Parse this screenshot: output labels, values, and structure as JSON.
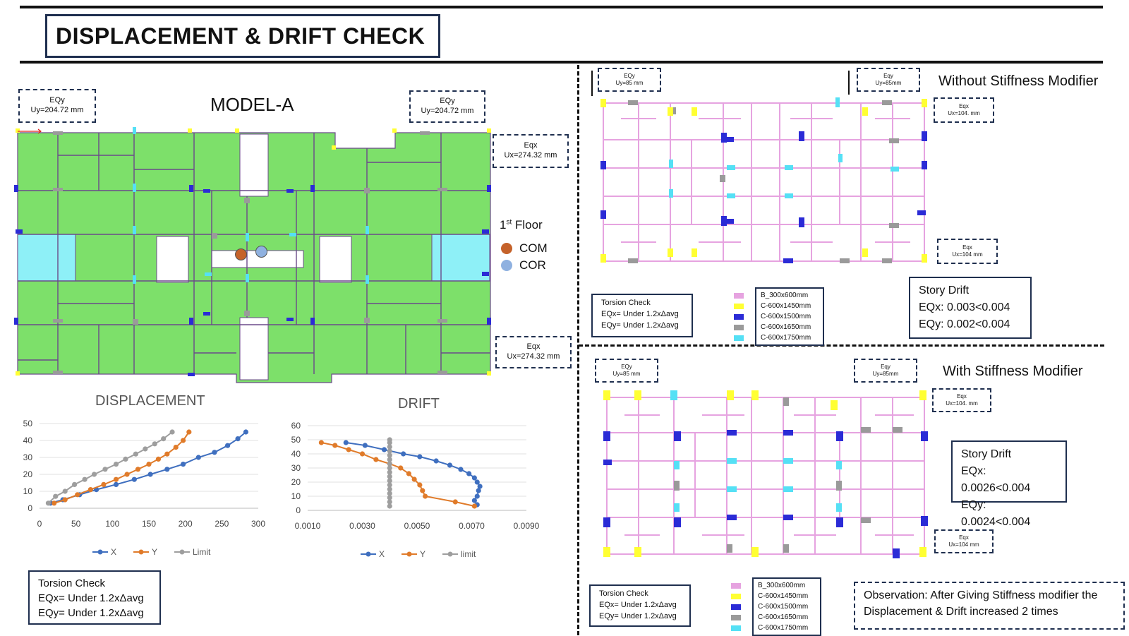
{
  "title": "DISPLACEMENT & DRIFT CHECK",
  "model": {
    "name": "MODEL-A",
    "floor_label": "1st Floor",
    "floor_sup": "st",
    "floor_num": "1",
    "floor_word": "Floor",
    "legend": [
      {
        "label": "COM",
        "color": "#c5622a"
      },
      {
        "label": "COR",
        "color": "#8fb1e0"
      }
    ],
    "eq_boxes": {
      "top_left": {
        "l1": "EQy",
        "l2": "Uy=204.72 mm"
      },
      "top_right": {
        "l1": "EQy",
        "l2": "Uy=204.72 mm"
      },
      "right_top": {
        "l1": "Eqx",
        "l2": "Ux=274.32 mm"
      },
      "right_bottom": {
        "l1": "Eqx",
        "l2": "Ux=274.32 mm"
      }
    },
    "torsion": {
      "title": "Torsion Check",
      "x": "EQx= Under 1.2xΔavg",
      "y": "EQy= Under 1.2xΔavg"
    }
  },
  "without": {
    "heading": "Without Stiffness Modifier",
    "eq_boxes": {
      "top_left": {
        "l1": "EQy",
        "l2": "Uy=85 mm"
      },
      "top_right": {
        "l1": "Eqy",
        "l2": "Uy=85mm"
      },
      "right_top": {
        "l1": "Eqx",
        "l2": "Ux=104. mm"
      },
      "right_bottom": {
        "l1": "Eqx",
        "l2": "Ux=104 mm"
      }
    },
    "torsion": {
      "title": "Torsion Check",
      "x": "EQx= Under 1.2xΔavg",
      "y": "EQy= Under 1.2xΔavg"
    },
    "drift": {
      "title": "Story Drift",
      "x": "EQx: 0.003<0.004",
      "y": "EQy: 0.002<0.004"
    }
  },
  "with": {
    "heading": "With Stiffness Modifier",
    "eq_boxes": {
      "top_left": {
        "l1": "EQy",
        "l2": "Uy=85 mm"
      },
      "top_right": {
        "l1": "Eqy",
        "l2": "Uy=85mm"
      },
      "right_top": {
        "l1": "Eqx",
        "l2": "Ux=104. mm"
      },
      "right_bottom": {
        "l1": "Eqx",
        "l2": "Ux=104 mm"
      }
    },
    "torsion": {
      "title": "Torsion Check",
      "x": "EQx= Under 1.2xΔavg",
      "y": "EQy= Under 1.2xΔavg"
    },
    "drift": {
      "title": "Story Drift",
      "x": "EQx: 0.0026<0.004",
      "y": "EQy: 0.0024<0.004"
    }
  },
  "section_legend": [
    {
      "label": "B_300x600mm",
      "color": "#e6a3e0"
    },
    {
      "label": "C-600x1450mm",
      "color": "#ffff33"
    },
    {
      "label": "C-600x1500mm",
      "color": "#2b2bd6"
    },
    {
      "label": "C-600x1650mm",
      "color": "#9a9a9a"
    },
    {
      "label": "C-600x1750mm",
      "color": "#55e0f5"
    }
  ],
  "observation": "Observation: After Giving Stiffness modifier the Displacement & Drift increased 2 times",
  "colors": {
    "floor": "#7de06a",
    "void": "#8ef0f7",
    "X": "#3f6fbf",
    "Y": "#e07b2a",
    "Limit": "#9e9e9e"
  },
  "chart_data": [
    {
      "type": "line",
      "title": "DISPLACEMENT",
      "xlim": [
        0,
        300
      ],
      "ylim": [
        0,
        50
      ],
      "xticks": [
        "0",
        "50",
        "100",
        "150",
        "200",
        "250",
        "300"
      ],
      "yticks": [
        "0",
        "10",
        "20",
        "30",
        "40",
        "50"
      ],
      "series": [
        {
          "name": "X",
          "color": "#3f6fbf",
          "x": [
            15,
            32,
            55,
            78,
            105,
            130,
            152,
            175,
            197,
            218,
            240,
            258,
            272,
            283
          ],
          "y": [
            3,
            5,
            8,
            11,
            14,
            17,
            20,
            23,
            26,
            30,
            33,
            37,
            41,
            45
          ]
        },
        {
          "name": "Y",
          "color": "#e07b2a",
          "x": [
            20,
            35,
            52,
            70,
            88,
            105,
            120,
            135,
            150,
            163,
            175,
            187,
            197,
            205
          ],
          "y": [
            3,
            5,
            8,
            11,
            14,
            17,
            20,
            23,
            26,
            29,
            32,
            36,
            40,
            45
          ]
        },
        {
          "name": "Limit",
          "color": "#9e9e9e",
          "x": [
            12,
            22,
            35,
            48,
            62,
            75,
            90,
            105,
            118,
            132,
            145,
            158,
            170,
            182
          ],
          "y": [
            3,
            7,
            10,
            14,
            17,
            20,
            23,
            26,
            29,
            32,
            35,
            38,
            41,
            45
          ]
        }
      ]
    },
    {
      "type": "line",
      "title": "DRIFT",
      "xlim": [
        0.001,
        0.009
      ],
      "ylim": [
        0,
        60
      ],
      "xticks": [
        "0.0010",
        "0.0030",
        "0.0050",
        "0.0070",
        "0.0090"
      ],
      "yticks": [
        "0",
        "10",
        "20",
        "30",
        "40",
        "50",
        "60"
      ],
      "series": [
        {
          "name": "X",
          "color": "#3f6fbf",
          "x": [
            0.0072,
            0.0071,
            0.0072,
            0.00725,
            0.0073,
            0.0072,
            0.0071,
            0.0069,
            0.0066,
            0.0062,
            0.0057,
            0.0051,
            0.0045,
            0.0038,
            0.0031,
            0.0024
          ],
          "y": [
            4,
            7,
            10,
            14,
            17,
            20,
            23,
            26,
            29,
            32,
            35,
            38,
            40,
            43,
            46,
            48
          ]
        },
        {
          "name": "Y",
          "color": "#e07b2a",
          "x": [
            0.0071,
            0.0064,
            0.0053,
            0.0052,
            0.0051,
            0.0049,
            0.0047,
            0.0044,
            0.004,
            0.0035,
            0.003,
            0.0025,
            0.002,
            0.0015
          ],
          "y": [
            3,
            6,
            10,
            14,
            18,
            22,
            26,
            30,
            33,
            36,
            40,
            43,
            46,
            48
          ]
        },
        {
          "name": "limit",
          "color": "#9e9e9e",
          "x": [
            0.004,
            0.004,
            0.004,
            0.004,
            0.004,
            0.004,
            0.004,
            0.004,
            0.004,
            0.004,
            0.004,
            0.004,
            0.004,
            0.004,
            0.004,
            0.004,
            0.004
          ],
          "y": [
            3,
            6,
            9,
            12,
            15,
            18,
            21,
            24,
            27,
            30,
            33,
            36,
            39,
            42,
            45,
            48,
            50
          ]
        }
      ]
    }
  ]
}
